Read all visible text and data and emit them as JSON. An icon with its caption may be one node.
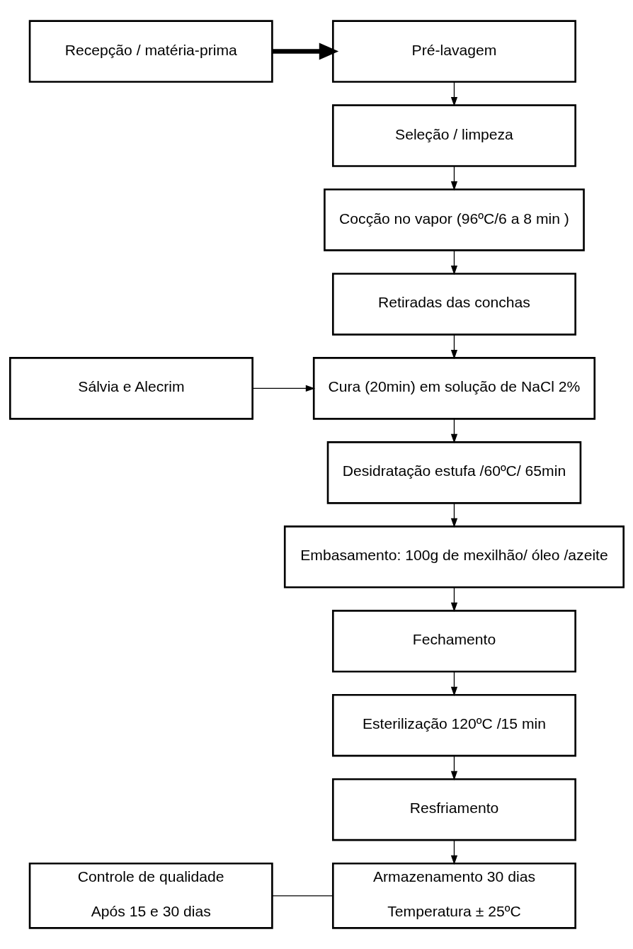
{
  "diagram": {
    "nodes": [
      {
        "text": [
          "Recepção / matéria-prima"
        ]
      },
      {
        "text": [
          "Pré-lavagem"
        ]
      },
      {
        "text": [
          "Seleção / limpeza"
        ]
      },
      {
        "text": [
          "Cocção no vapor (96ºC/6 a 8 min )"
        ]
      },
      {
        "text": [
          "Retiradas das conchas"
        ]
      },
      {
        "text": [
          "Sálvia e Alecrim"
        ]
      },
      {
        "text": [
          "Cura (20min) em solução de NaCl 2%"
        ]
      },
      {
        "text": [
          "Desidratação estufa /60ºC/ 65min"
        ]
      },
      {
        "text": [
          "Embasamento: 100g de mexilhão/ óleo /azeite"
        ]
      },
      {
        "text": [
          "Fechamento"
        ]
      },
      {
        "text": [
          "Esterilização 120ºC /15 min"
        ]
      },
      {
        "text": [
          "Resfriamento"
        ]
      },
      {
        "text": [
          "Controle de qualidade",
          "Após 15 e 30 dias"
        ]
      },
      {
        "text": [
          "Armazenamento 30 dias",
          "Temperatura ± 25ºC"
        ]
      }
    ],
    "edges": [
      {
        "from": 0,
        "to": 1,
        "arrow": "to",
        "style": "thick"
      },
      {
        "from": 1,
        "to": 2,
        "arrow": "to"
      },
      {
        "from": 2,
        "to": 3,
        "arrow": "to"
      },
      {
        "from": 3,
        "to": 4,
        "arrow": "to"
      },
      {
        "from": 4,
        "to": 6,
        "arrow": "to"
      },
      {
        "from": 5,
        "to": 6,
        "arrow": "to"
      },
      {
        "from": 6,
        "to": 7,
        "arrow": "to"
      },
      {
        "from": 7,
        "to": 8,
        "arrow": "to"
      },
      {
        "from": 8,
        "to": 9,
        "arrow": "to"
      },
      {
        "from": 9,
        "to": 10,
        "arrow": "to"
      },
      {
        "from": 10,
        "to": 11,
        "arrow": "to"
      },
      {
        "from": 11,
        "to": 13,
        "arrow": "to"
      },
      {
        "from": 12,
        "to": 13,
        "arrow": "none"
      }
    ]
  }
}
